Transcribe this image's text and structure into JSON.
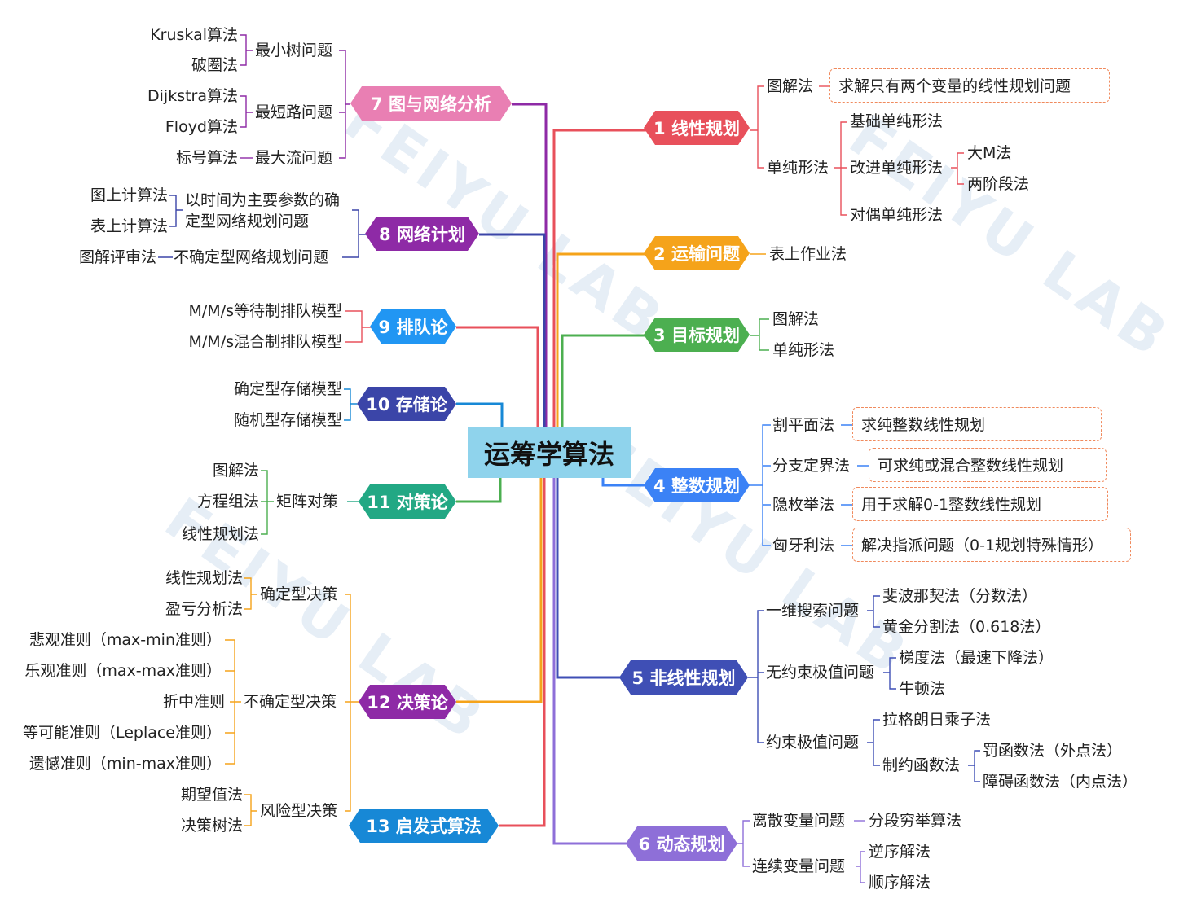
{
  "center": "运筹学算法",
  "watermark": "FEIYU LAB",
  "colors": {
    "lp": "#e8505b",
    "transport": "#f5a31a",
    "goal": "#4caf50",
    "integer": "#3b82f6",
    "nonlinear": "#3f4fb5",
    "dynamic": "#8e6fd8",
    "network": "#e97fb3",
    "plan": "#8e2aa6",
    "queue": "#2196f3",
    "storage": "#3b45a8",
    "game": "#22a884",
    "decision": "#8e2aa6",
    "heuristic": "#1788d6"
  },
  "topics": {
    "t1": "1 线性规划",
    "t2": "2 运输问题",
    "t3": "3 目标规划",
    "t4": "4 整数规划",
    "t5": "5 非线性规划",
    "t6": "6 动态规划",
    "t7": "7 图与网络分析",
    "t8": "8 网络计划",
    "t9": "9 排队论",
    "t10": "10 存储论",
    "t11": "11 对策论",
    "t12": "12 决策论",
    "t13": "13 启发式算法"
  },
  "lp": {
    "graph": "图解法",
    "graph_note": "求解只有两个变量的线性规划问题",
    "simplex": "单纯形法",
    "basic": "基础单纯形法",
    "improved": "改进单纯形法",
    "bigm": "大M法",
    "twophase": "两阶段法",
    "dual": "对偶单纯形法"
  },
  "transport": {
    "table": "表上作业法"
  },
  "goal": {
    "graph": "图解法",
    "simplex": "单纯形法"
  },
  "integer": {
    "cut": "割平面法",
    "cut_note": "求纯整数线性规划",
    "bb": "分支定界法",
    "bb_note": "可求纯或混合整数线性规划",
    "enum": "隐枚举法",
    "enum_note": "用于求解0-1整数线性规划",
    "hungary": "匈牙利法",
    "hungary_note": "解决指派问题（0-1规划特殊情形）"
  },
  "nonlinear": {
    "search": "一维搜索问题",
    "fib": "斐波那契法（分数法）",
    "golden": "黄金分割法（0.618法）",
    "uncon": "无约束极值问题",
    "grad": "梯度法（最速下降法）",
    "newton": "牛顿法",
    "con": "约束极值问题",
    "lagrange": "拉格朗日乘子法",
    "constraint_fn": "制约函数法",
    "penalty": "罚函数法（外点法）",
    "barrier": "障碍函数法（内点法）"
  },
  "dynamic": {
    "discrete": "离散变量问题",
    "segment": "分段穷举算法",
    "continuous": "连续变量问题",
    "reverse": "逆序解法",
    "forward": "顺序解法"
  },
  "network": {
    "mst": "最小树问题",
    "kruskal": "Kruskal算法",
    "break": "破圈法",
    "shortest": "最短路问题",
    "dijkstra": "Dijkstra算法",
    "floyd": "Floyd算法",
    "maxflow": "最大流问题",
    "label": "标号算法"
  },
  "plan": {
    "det1": "以时间为主要参数的确",
    "det2": "定型网络规划问题",
    "graphcalc": "图上计算法",
    "tablecalc": "表上计算法",
    "uncertain": "不确定型网络规划问题",
    "pert": "图解评审法"
  },
  "queue": {
    "wait": "M/M/s等待制排队模型",
    "mixed": "M/M/s混合制排队模型"
  },
  "storage": {
    "det": "确定型存储模型",
    "rand": "随机型存储模型"
  },
  "game": {
    "matrix": "矩阵对策",
    "graph": "图解法",
    "eq": "方程组法",
    "lp": "线性规划法"
  },
  "decision": {
    "certain": "确定型决策",
    "lp": "线性规划法",
    "breakeven": "盈亏分析法",
    "uncertain": "不确定型决策",
    "pess": "悲观准则（max-min准则）",
    "opt": "乐观准则（max-max准则）",
    "comp": "折中准则",
    "equal": "等可能准则（Leplace准则）",
    "regret": "遗憾准则（min-max准则）",
    "risk": "风险型决策",
    "ev": "期望值法",
    "tree": "决策树法"
  }
}
